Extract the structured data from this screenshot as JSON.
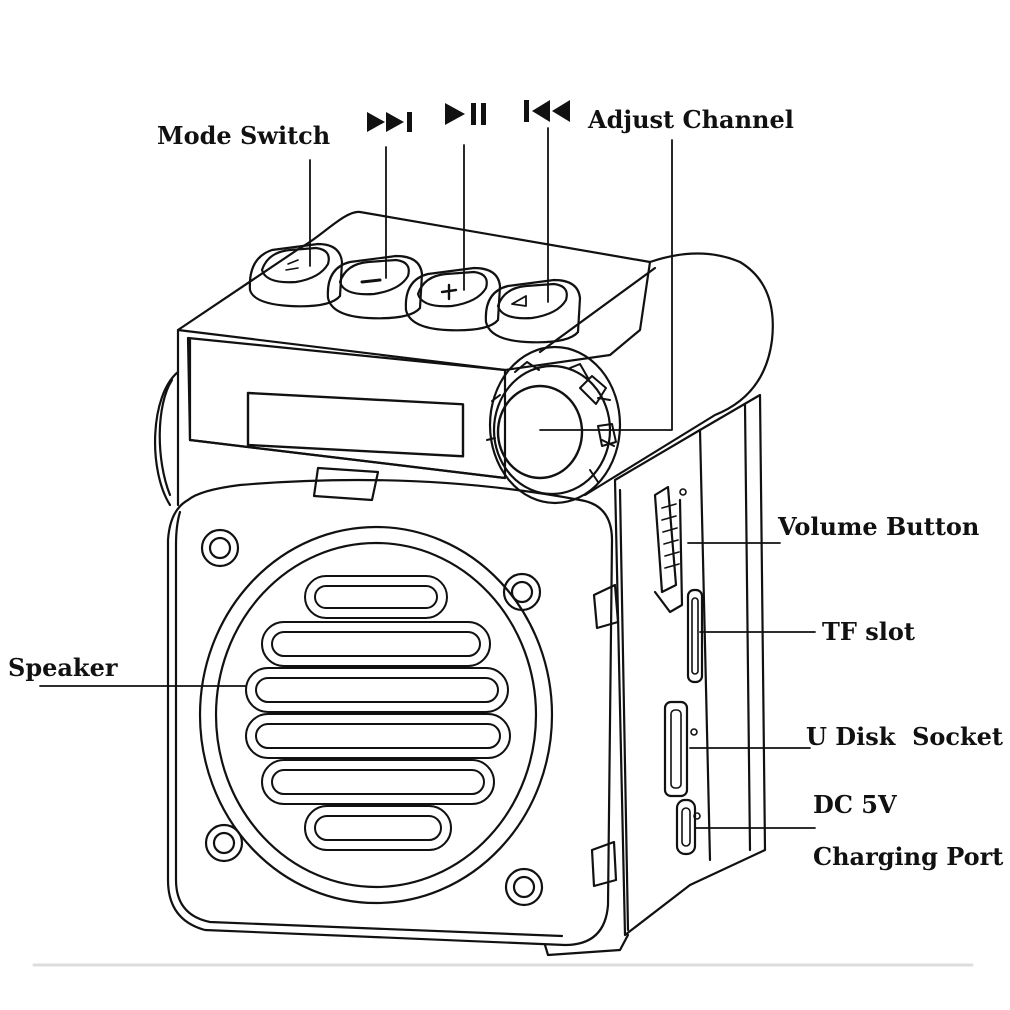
{
  "diagram": {
    "labels": {
      "mode_switch": "Mode Switch",
      "adjust_channel": "Adjust Channel",
      "volume_button": "Volume Button",
      "tf_slot": "TF slot",
      "u_disk_socket": "U Disk  Socket",
      "dc_5v": "DC 5V",
      "charging_port": "Charging Port",
      "speaker": "Speaker"
    },
    "icons": {
      "next": "next-track-icon",
      "play_pause": "play-pause-icon",
      "previous": "previous-track-icon"
    },
    "colors": {
      "line": "#111111",
      "background": "#ffffff",
      "divider": "#dddddd"
    }
  }
}
